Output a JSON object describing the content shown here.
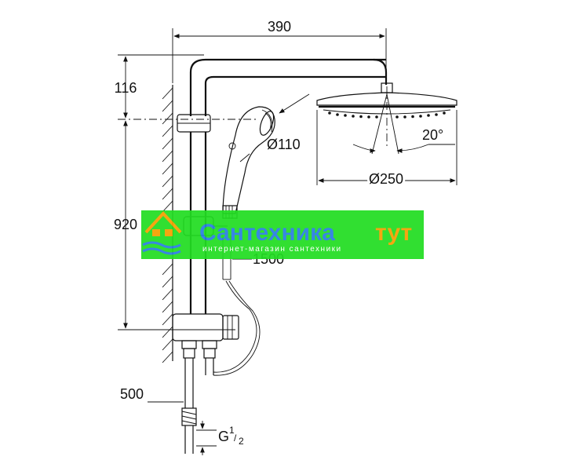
{
  "dimensions": {
    "width_overall": "390",
    "top_offset": "116",
    "height_overall": "920",
    "hand_shower_diameter": "Ø110",
    "head_shower_diameter": "Ø250",
    "tilt_angle": "20°",
    "hose_length": "1500",
    "pipe_length": "500",
    "thread_main": "G",
    "thread_num": "1",
    "thread_den": "2"
  },
  "watermark": {
    "title_a": "Сантехника",
    "title_b": "тут",
    "subtitle": "интернет-магазин сантехники",
    "colors": {
      "band": "#22dd22",
      "title_a": "#2a7de1",
      "title_b": "#f5a000",
      "subtitle": "#ffffff",
      "house": "#f5a000",
      "waves": "#2a7de1"
    }
  }
}
